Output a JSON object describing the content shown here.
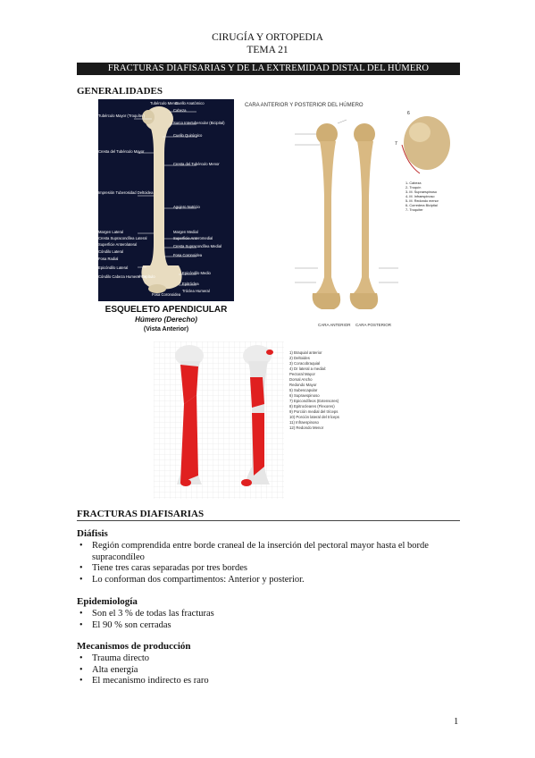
{
  "header": {
    "subject": "CIRUGÍA Y ORTOPEDIA",
    "tema": "TEMA 21"
  },
  "banner": "FRACTURAS DIAFISARIAS Y DE LA EXTREMIDAD DISTAL DEL HÚMERO",
  "generalidades": {
    "heading": "GENERALIDADES",
    "figure1": {
      "labels_left": [
        "Tubérculo Mayor (Troquíter)",
        "Cresta del Tubérculo Mayor",
        "Impresión Tuberosidad Deltoidea",
        "Margen Lateral",
        "Cresta Supracondílea Lateral",
        "Superficie Anterolateral",
        "Cóndilo Lateral",
        "Fosa Radial",
        "Epicóndilo Lateral",
        "Cóndilo Cabeza Humeral Capítulo"
      ],
      "labels_right": [
        "Cuello Anatómico",
        "Cabeza",
        "Surco Intertubercular (Bicipital)",
        "Cuello Quirúrgico",
        "Cresta del Tubérculo Menor",
        "Agujero Nutricio",
        "Margen Medial",
        "Superficie Anteromedial",
        "Cresta Supracondílea Medial",
        "Fosa Coronoidea",
        "Epicóndilo Medio",
        "Epitróclea",
        "Tróclea Humeral"
      ],
      "label_top": "Tubérculo Menor",
      "label_bottom": "Fosa Coronoidea",
      "caption_title": "ESQUELETO APENDICULAR",
      "caption_sub": "Húmero (Derecho)",
      "caption_view": "(Vista Anterior)"
    },
    "figure2": {
      "title": "CARA ANTERIOR Y POSTERIOR DEL HÚMERO",
      "label_anterior": "CARA ANTERIOR",
      "label_posterior": "CARA POSTERIOR",
      "mini_legend": [
        "1- Cabeza",
        "2- Troquín",
        "3- M. Supraespinoso",
        "4- M. Infraespinoso",
        "5- M. Redondo menor",
        "6- Corredera Bicipital",
        "7- Troquíter"
      ]
    },
    "figure3": {
      "legend": [
        "1) Braquial anterior",
        "2) Deltoides",
        "3) Coracobraquial",
        "4) Dr lateral a medial:",
        "Pectoral Mayor",
        "Dorsal Ancho",
        "Redondo Mayor",
        "5) Subescapular",
        "6) Supraespinoso",
        "7) Epicondíleos (Extensores)",
        "8) Epitrocleares (Flexores)",
        "9) Porción medial del tríceps",
        "10) Porción lateral del tríceps",
        "11) Infraespinoso",
        "12) Redondo Menor"
      ]
    }
  },
  "fracturas": {
    "heading": "FRACTURAS DIAFISARIAS",
    "diafisis": {
      "title": "Diáfisis",
      "items": [
        "Región comprendida entre borde craneal de la inserción del pectoral mayor hasta el borde supracondíleo",
        "Tiene tres caras separadas por tres bordes",
        "Lo conforman dos compartimentos: Anterior y posterior."
      ]
    },
    "epidemiologia": {
      "title": "Epidemiología",
      "items": [
        "Son el 3 % de todas las fracturas",
        "El 90 % son cerradas"
      ]
    },
    "mecanismos": {
      "title": "Mecanismos de producción",
      "items": [
        "Trauma directo",
        "Alta energía",
        "El mecanismo indirecto es raro"
      ]
    }
  },
  "page_number": "1",
  "colors": {
    "banner": "#1a1a1a",
    "bone": "#e8dcc0",
    "muscle": "#e02020",
    "figure_bg": "#0d1330"
  }
}
